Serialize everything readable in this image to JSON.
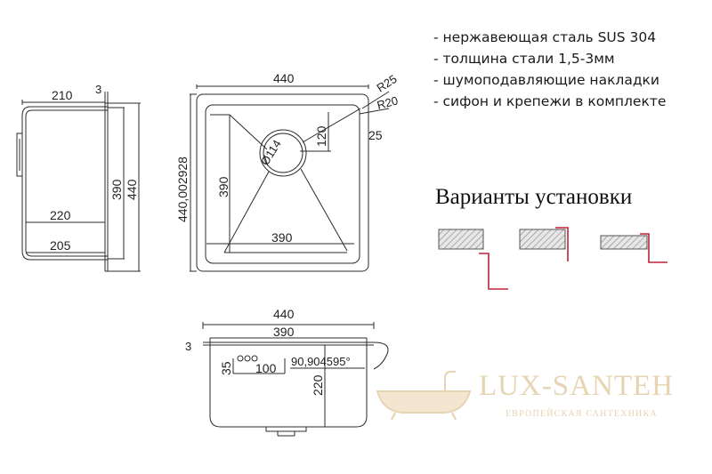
{
  "specs": [
    "- нержавеющая сталь SUS 304",
    "- толщина стали 1,5-3мм",
    "- шумоподавляющие накладки",
    "- сифон и крепежи в комплекте"
  ],
  "variants_title": "Варианты установки",
  "side_view": {
    "dim_top_width": "210",
    "dim_rim": "3",
    "dim_inner_height": "390",
    "dim_outer_height": "440",
    "dim_mid_depth": "220",
    "dim_bottom_depth": "205"
  },
  "top_view": {
    "dim_width": "440",
    "dim_height": "440,002928",
    "dim_inner_height": "390",
    "dim_inner_width": "390",
    "dim_drain_offset": "120",
    "dim_drain_diameter": "Ø114",
    "dim_radius_outer": "R25",
    "dim_radius_inner": "R20",
    "dim_edge": "25"
  },
  "front_view": {
    "dim_outer_width": "440",
    "dim_inner_width": "390",
    "dim_rim": "3",
    "dim_overflow_height": "35",
    "dim_overflow_width": "100",
    "dim_depth": "220",
    "dim_angle": "90,904595°"
  },
  "brand": {
    "name": "LUX-SANTEH",
    "tagline": "ЕВРОПЕЙСКАЯ САНТЕХНИКА"
  },
  "colors": {
    "line": "#2b2b2b",
    "install_marker": "#c0223b",
    "hatch": "#9a9a9a",
    "brand": "#e6d4b2"
  }
}
